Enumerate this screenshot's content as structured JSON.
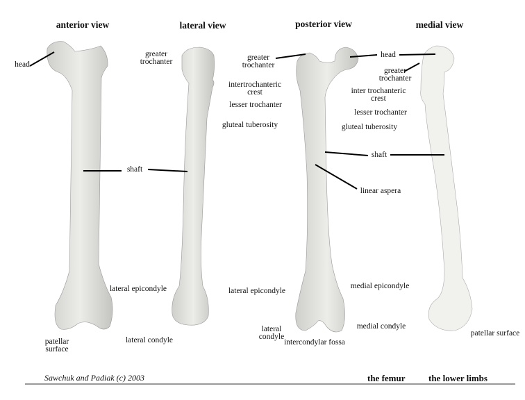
{
  "views": {
    "anterior": "anterior view",
    "lateral": "lateral view",
    "posterior": "posterior view",
    "medial": "medial view"
  },
  "labels": {
    "head_anterior": "head",
    "greater_trochanter_1": "greater trochanter",
    "shaft_1": "shaft",
    "greater_trochanter_2": "greater trochanter",
    "intertrochanteric_crest_1": "intertrochanteric crest",
    "lesser_trochanter_1": "lesser trochanter",
    "gluteal_tuberosity_1": "gluteal tuberosity",
    "head_posterior": "head",
    "greater_trochanter_3": "greater trochanter",
    "intertrochanteric_crest_2": "inter trochanteric crest",
    "lesser_trochanter_2": "lesser trochanter",
    "gluteal_tuberosity_2": "gluteal tuberosity",
    "shaft_2": "shaft",
    "linear_aspera": "linear aspera",
    "lateral_epicondyle_1": "lateral epicondyle",
    "lateral_condyle_1": "lateral condyle",
    "patellar_surface_1": "patellar surface",
    "lateral_epicondyle_2": "lateral epicondyle",
    "lateral_condyle_2": "lateral condyle",
    "intercondylar_fossa": "intercondylar fossa",
    "medial_epicondyle": "medial epicondyle",
    "medial_condyle": "medial condyle",
    "patellar_surface_2": "patellar surface"
  },
  "footer": {
    "credit": "Sawchuk and Padiak (c) 2003",
    "topic": "the femur",
    "section": "the lower limbs"
  }
}
